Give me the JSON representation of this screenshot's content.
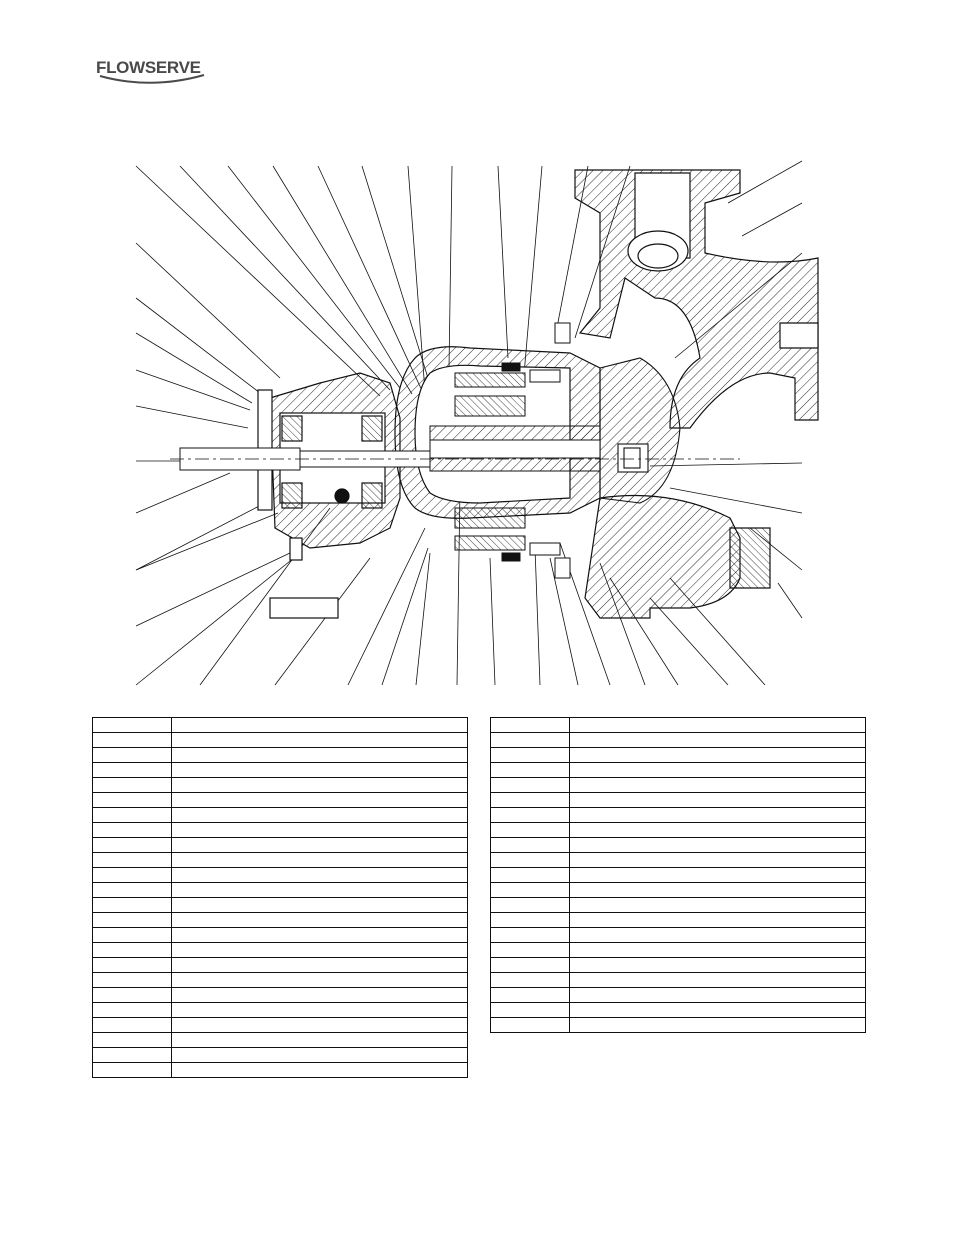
{
  "header": {
    "logo_text": "FLOWSERVE"
  },
  "drawing": {
    "type": "sectional-assembly-drawing"
  },
  "parts_tables": {
    "left": {
      "rows": 24
    },
    "right": {
      "rows": 21
    }
  }
}
